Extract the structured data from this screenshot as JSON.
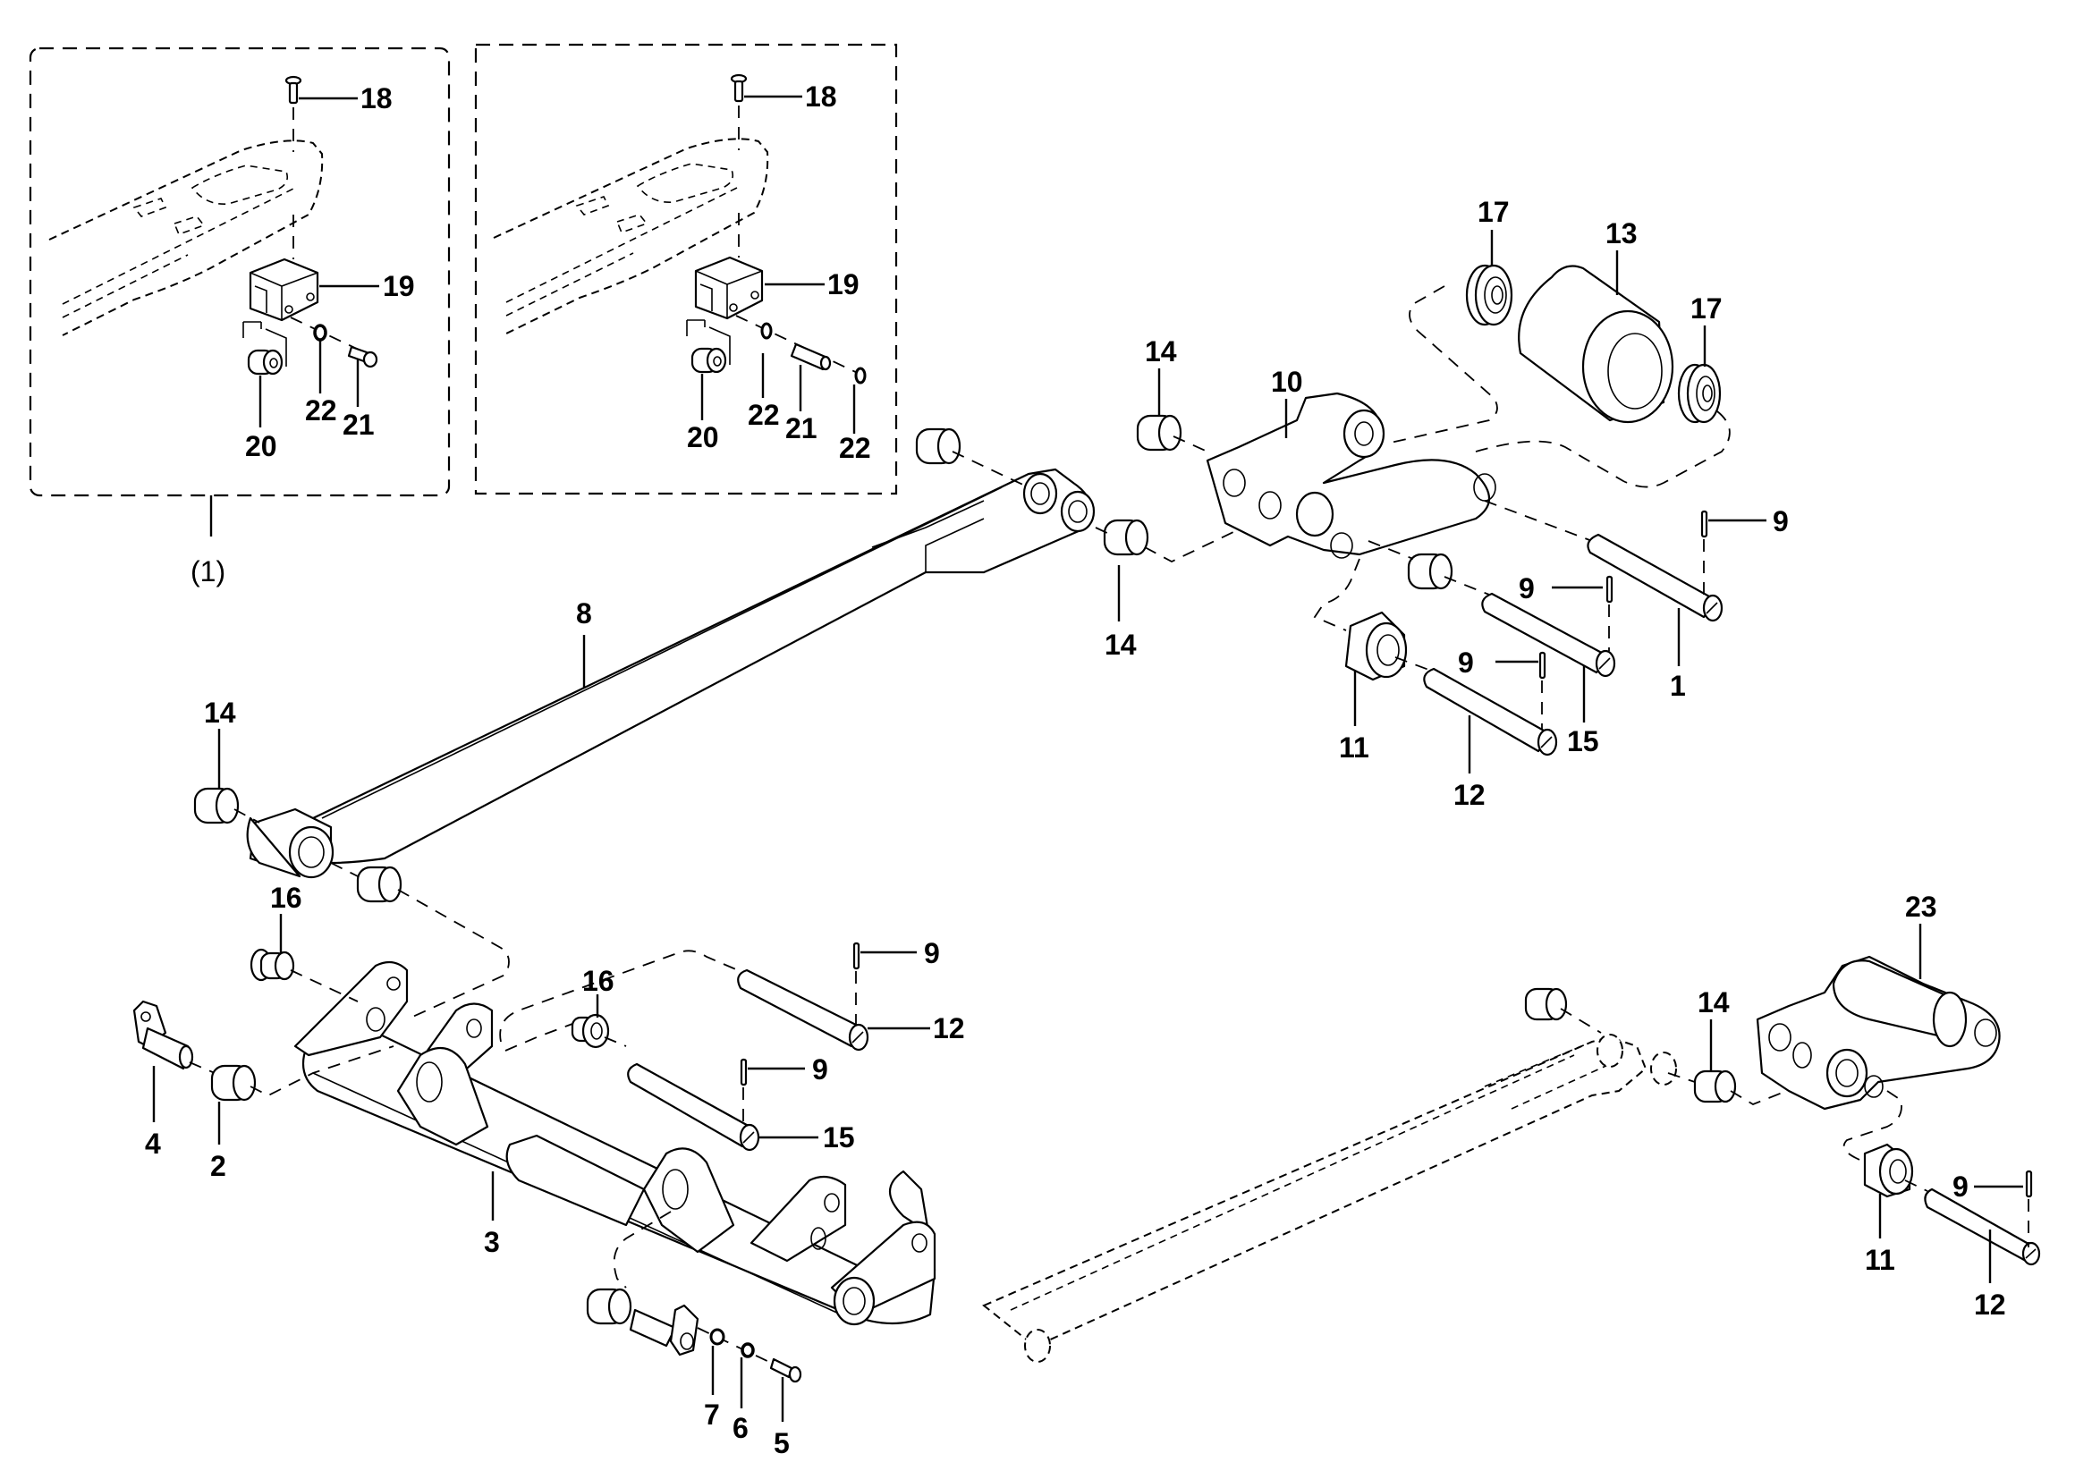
{
  "diagram": {
    "type": "exploded-parts-diagram",
    "subassembly_callout": "(1)",
    "detail_boxes": [
      {
        "name": "detail-box-a",
        "parts": [
          "18",
          "19",
          "20",
          "21",
          "22"
        ]
      },
      {
        "name": "detail-box-b",
        "parts": [
          "18",
          "19",
          "20",
          "21",
          "22",
          "22"
        ]
      }
    ],
    "callouts": [
      {
        "id": "c18a",
        "text": "18"
      },
      {
        "id": "c19a",
        "text": "19"
      },
      {
        "id": "c20a",
        "text": "20"
      },
      {
        "id": "c22a",
        "text": "22"
      },
      {
        "id": "c21a",
        "text": "21"
      },
      {
        "id": "c18b",
        "text": "18"
      },
      {
        "id": "c19b",
        "text": "19"
      },
      {
        "id": "c20b",
        "text": "20"
      },
      {
        "id": "c22b",
        "text": "22"
      },
      {
        "id": "c21b",
        "text": "21"
      },
      {
        "id": "c22c",
        "text": "22"
      },
      {
        "id": "c1sub",
        "text": "(1)"
      },
      {
        "id": "c8",
        "text": "8"
      },
      {
        "id": "c14a",
        "text": "14"
      },
      {
        "id": "c16a",
        "text": "16"
      },
      {
        "id": "c4",
        "text": "4"
      },
      {
        "id": "c2",
        "text": "2"
      },
      {
        "id": "c3",
        "text": "3"
      },
      {
        "id": "c16b",
        "text": "16"
      },
      {
        "id": "c9a",
        "text": "9"
      },
      {
        "id": "c12a",
        "text": "12"
      },
      {
        "id": "c9b",
        "text": "9"
      },
      {
        "id": "c15a",
        "text": "15"
      },
      {
        "id": "c7",
        "text": "7"
      },
      {
        "id": "c6",
        "text": "6"
      },
      {
        "id": "c5",
        "text": "5"
      },
      {
        "id": "c17a",
        "text": "17"
      },
      {
        "id": "c13",
        "text": "13"
      },
      {
        "id": "c17b",
        "text": "17"
      },
      {
        "id": "c14b",
        "text": "14"
      },
      {
        "id": "c10",
        "text": "10"
      },
      {
        "id": "c14c",
        "text": "14"
      },
      {
        "id": "c9c",
        "text": "9"
      },
      {
        "id": "c1",
        "text": "1"
      },
      {
        "id": "c9d",
        "text": "9"
      },
      {
        "id": "c15b",
        "text": "15"
      },
      {
        "id": "c9e",
        "text": "9"
      },
      {
        "id": "c11a",
        "text": "11"
      },
      {
        "id": "c12b",
        "text": "12"
      },
      {
        "id": "c23",
        "text": "23"
      },
      {
        "id": "c14d",
        "text": "14"
      },
      {
        "id": "c9f",
        "text": "9"
      },
      {
        "id": "c11b",
        "text": "11"
      },
      {
        "id": "c12c",
        "text": "12"
      }
    ]
  }
}
